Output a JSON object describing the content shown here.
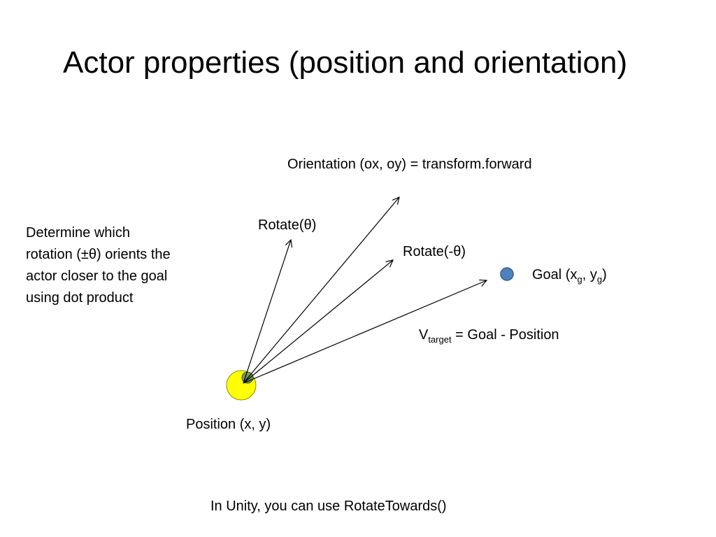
{
  "title": "Actor properties (position and orientation)",
  "labels": {
    "orientation": "Orientation (ox, oy) = transform.forward",
    "rotate_pos": "Rotate(θ)",
    "rotate_neg": "Rotate(-θ)",
    "goal_prefix": "Goal (x",
    "goal_sub_x": "g",
    "goal_mid": ", y",
    "goal_sub_y": "g",
    "goal_suffix": ")",
    "vtarget_prefix": "V",
    "vtarget_sub": "target",
    "vtarget_suffix": " = Goal - Position",
    "position": "Position (x, y)",
    "footer": "In Unity, you can use RotateTowards()"
  },
  "note_lines": [
    "Determine which",
    "rotation (±θ) orients the",
    "actor closer to the goal",
    "using dot product"
  ],
  "colors": {
    "actor_fill": "#ffff00",
    "actor_stroke": "#8c8c00",
    "actor_cap_fill": "#7a9a5a",
    "goal_fill": "#4f81bd",
    "goal_stroke": "#385d8a",
    "arrow": "#000000"
  }
}
